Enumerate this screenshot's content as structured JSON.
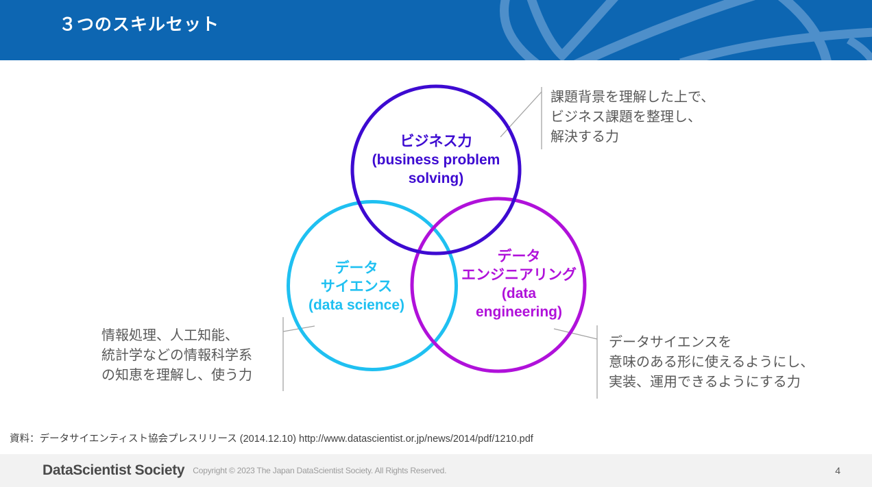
{
  "header": {
    "title": "３つのスキルセット"
  },
  "venn": {
    "business": {
      "lines": [
        "ビジネス力",
        "(business problem",
        "solving)"
      ]
    },
    "science": {
      "lines": [
        "データ",
        "サイエンス",
        "(data science)"
      ]
    },
    "engineering": {
      "lines": [
        "データ",
        "エンジニアリング",
        "(data",
        "engineering)"
      ]
    }
  },
  "annotations": {
    "business_note": {
      "lines": [
        "課題背景を理解した上で、",
        "ビジネス課題を整理し、",
        "解決する力"
      ]
    },
    "science_note": {
      "lines": [
        "情報処理、人工知能、",
        "統計学などの情報科学系",
        "の知恵を理解し、使う力"
      ]
    },
    "engineering_note": {
      "lines": [
        "データサイエンスを",
        "意味のある形に使えるようにし、",
        "実装、運用できるようにする力"
      ]
    }
  },
  "source_line": "資料：データサイエンティスト協会プレスリリース (2014.12.10) http://www.datascientist.or.jp/news/2014/pdf/1210.pdf",
  "footer": {
    "logo": "DataScientist Society",
    "copyright": "Copyright © 2023 The Japan DataScientist Society. All Rights Reserved.",
    "page_number": "4"
  },
  "colors": {
    "header_bg": "#0d66b2",
    "header_swoosh": "#4e8fca",
    "title_text": "#ffffff",
    "business": "#3d0ad1",
    "science": "#1fc0f1",
    "engineering": "#b011da",
    "annotation": "#595959",
    "leader": "#a3a3a3",
    "source_text": "#404040",
    "footer_bg": "#f2f2f2",
    "logo_text": "#4a4a4a",
    "copyright_text": "#9b9b9b",
    "page_text": "#595959"
  }
}
